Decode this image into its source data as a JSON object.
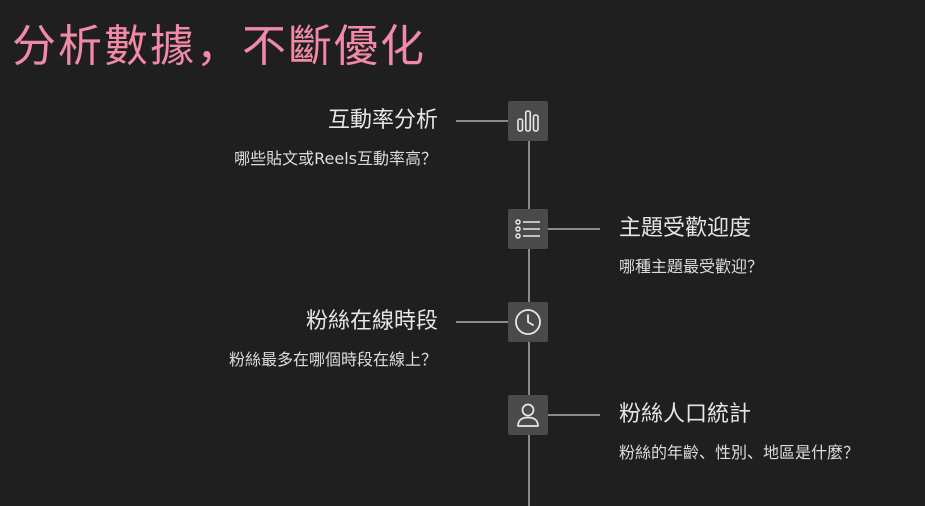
{
  "title": "分析數據，不斷優化",
  "items": [
    {
      "heading": "互動率分析",
      "question": "哪些貼文或Reels互動率高？",
      "icon": "bar-chart-icon"
    },
    {
      "heading": "主題受歡迎度",
      "question": "哪種主題最受歡迎？",
      "icon": "list-icon"
    },
    {
      "heading": "粉絲在線時段",
      "question": "粉絲最多在哪個時段在線上？",
      "icon": "clock-icon"
    },
    {
      "heading": "粉絲人口統計",
      "question": "粉絲的年齡、性別、地區是什麼？",
      "icon": "person-icon"
    }
  ],
  "colors": {
    "title": "#f08aa8",
    "background": "#1f1f1f",
    "node": "#4a4a4a",
    "line": "#8a8a8a"
  }
}
